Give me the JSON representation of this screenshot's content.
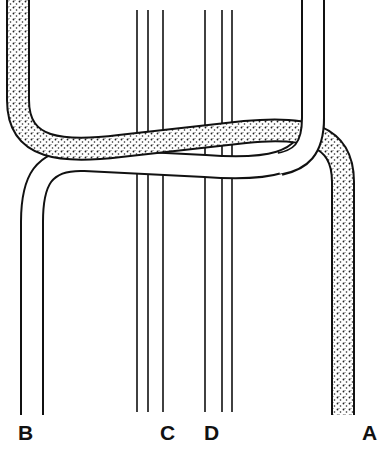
{
  "diagram": {
    "labels": [
      "B",
      "C",
      "D",
      "A"
    ]
  }
}
